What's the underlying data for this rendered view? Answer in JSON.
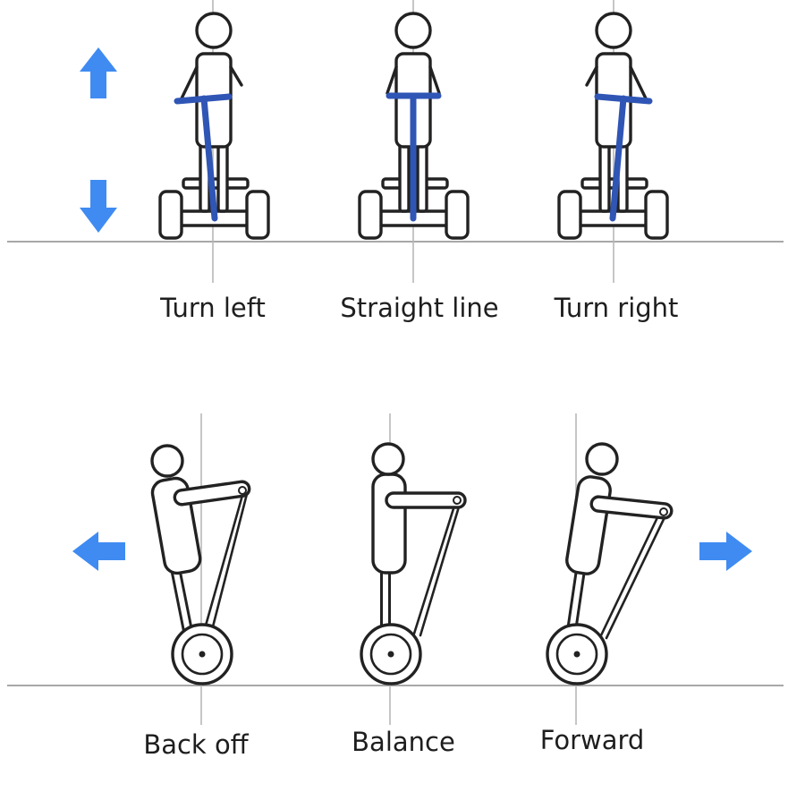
{
  "top_row": {
    "labels": [
      "Turn left",
      "Straight line",
      "Turn right"
    ]
  },
  "bottom_row": {
    "labels": [
      "Back off",
      "Balance",
      "Forward"
    ]
  },
  "colors": {
    "arrow": "#3f8bf2",
    "handlebar": "#2f55b5",
    "outline": "#222222",
    "guide_line": "#b8b8b8"
  },
  "icons": [
    "arrow-up-icon",
    "arrow-down-icon",
    "arrow-left-icon",
    "arrow-right-icon"
  ]
}
